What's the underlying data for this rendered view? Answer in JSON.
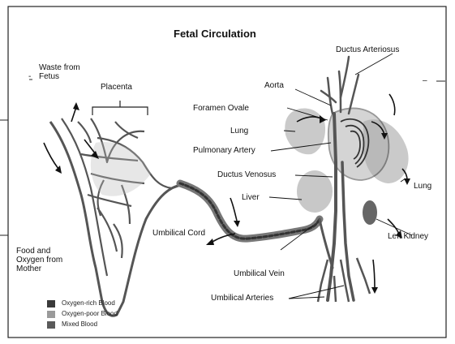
{
  "title": "Fetal Circulation",
  "labels": {
    "waste_from_fetus": "Waste from\nFetus",
    "placenta": "Placenta",
    "food_oxygen": "Food and\nOxygen from\nMother",
    "umbilical_cord": "Umbilical Cord",
    "ductus_arteriosus": "Ductus Arteriosus",
    "aorta": "Aorta",
    "foramen_ovale": "Foramen Ovale",
    "lung_left": "Lung",
    "pulmonary_artery": "Pulmonary Artery",
    "ductus_venosus": "Ductus Venosus",
    "liver": "Liver",
    "lung_right": "Lung",
    "left_kidney": "Left Kidney",
    "umbilical_vein": "Umbilical Vein",
    "umbilical_arteries": "Umbilical Arteries"
  },
  "legend": [
    {
      "label": "Oxygen-rich Blood",
      "color": "#3a3a3a"
    },
    {
      "label": "Oxygen-poor Blood",
      "color": "#9a9a9a"
    },
    {
      "label": "Mixed Blood",
      "color": "#5a5a5a"
    }
  ]
}
